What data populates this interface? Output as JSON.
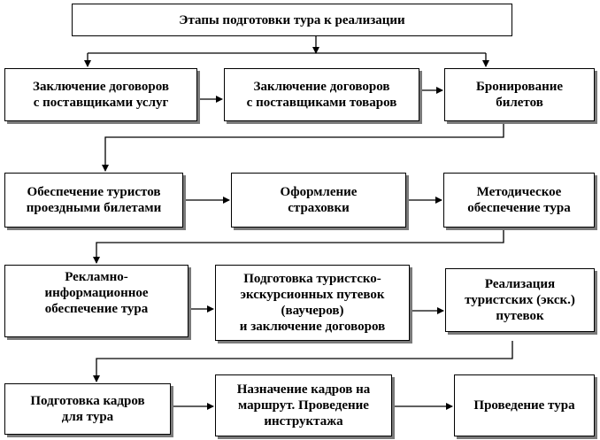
{
  "diagram": {
    "title": "Этапы подготовки тура к реализации",
    "nodes": [
      "Заключение  договоров\nс поставщиками услуг",
      "Заключение договоров\nс поставщиками товаров",
      "Бронирование\nбилетов",
      "Обеспечение туристов\nпроездными билетами",
      "Оформление\nстраховки",
      "Методическое\nобеспечение тура",
      "Рекламно-\nинформационное\nобеспечение тура",
      "Подготовка туристско-\nэкскурсионных  путевок\n(ваучеров)\nи заключение  договоров",
      "Реализация\nтуристских (экск.)\nпутевок",
      "Подготовка кадров\nдля тура",
      "Назначение кадров на\nмаршрут. Проведение\nинструктажа",
      "Проведение тура"
    ]
  }
}
